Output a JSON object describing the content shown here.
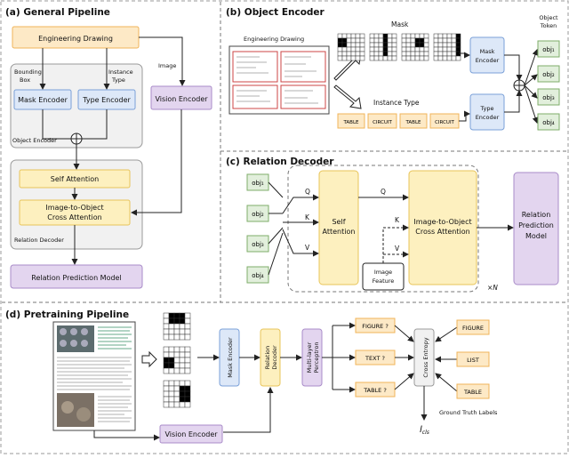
{
  "panels": {
    "a": {
      "title": "(a) General Pipeline",
      "engineering_drawing": "Engineering Drawing",
      "bounding_box_line1": "Bounding",
      "bounding_box_line2": "Box",
      "instance_type_line1": "Instance",
      "instance_type_line2": "Type",
      "image": "Image",
      "mask_encoder": "Mask Encoder",
      "type_encoder": "Type Encoder",
      "vision_encoder": "Vision Encoder",
      "object_encoder": "Object Encoder",
      "self_attention": "Self Attention",
      "cross_attention_line1": "Image-to-Object",
      "cross_attention_line2": "Cross Attention",
      "relation_decoder": "Relation Decoder",
      "relation_prediction_model": "Relation Prediction Model"
    },
    "b": {
      "title": "(b) Object Encoder",
      "engineering_drawing": "Engineering Drawing",
      "mask": "Mask",
      "instance_type": "Instance Type",
      "types": [
        "TABLE",
        "CIRCUIT",
        "TABLE",
        "CIRCUIT"
      ],
      "mask_encoder_line1": "Mask",
      "mask_encoder_line2": "Encoder",
      "type_encoder_line1": "Type",
      "type_encoder_line2": "Encoder",
      "object_token_line1": "Object",
      "object_token_line2": "Token",
      "objs": [
        "obj₁",
        "obj₂",
        "obj₃",
        "obj₄"
      ]
    },
    "c": {
      "title": "(c) Relation Decoder",
      "objs": [
        "obj₁",
        "obj₂",
        "obj₃",
        "obj₄"
      ],
      "self_attention_line1": "Self",
      "self_attention_line2": "Attention",
      "cross_attention_line1": "Image-to-Object",
      "cross_attention_line2": "Cross Attention",
      "image_feature_line1": "Image",
      "image_feature_line2": "Feature",
      "rpm_line1": "Relation",
      "rpm_line2": "Prediction",
      "rpm_line3": "Model",
      "q": "Q",
      "k": "K",
      "v": "V",
      "times_n": "×N"
    },
    "d": {
      "title": "(d) Pretraining Pipeline",
      "mask_encoder": "Mask Encoder",
      "relation_decoder_line1": "Relation",
      "relation_decoder_line2": "Decoder",
      "mlp_line1": "Multi-layer",
      "mlp_line2": "Perceptron",
      "preds": [
        "FIGURE ?",
        "TEXT ?",
        "TABLE ?"
      ],
      "cross_entropy": "Cross Entropy",
      "gts": [
        "FIGURE",
        "LIST",
        "TABLE"
      ],
      "gt_label": "Ground Truth Labels",
      "vision_encoder": "Vision Encoder",
      "loss": "l",
      "loss_sub": "cls"
    }
  },
  "colors": {
    "orange_fill": "#fde9c6",
    "orange_stroke": "#f0b45a",
    "yellow_fill": "#fdf0bf",
    "yellow_stroke": "#e8c45a",
    "purple_fill": "#e3d5ef",
    "purple_stroke": "#a88bc8",
    "blue_fill": "#dde8f8",
    "blue_stroke": "#7aa0d8",
    "green_fill": "#e2efdc",
    "green_stroke": "#7fae6a",
    "gray_fill": "#f1f1f1",
    "gray_stroke": "#9a9a9a"
  }
}
